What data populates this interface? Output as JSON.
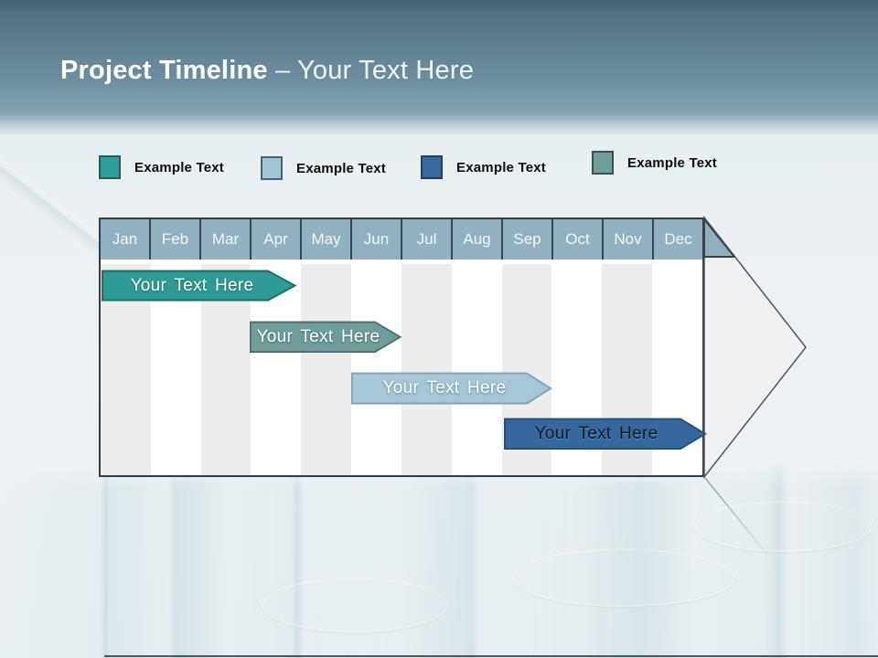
{
  "title": {
    "bold": "Project Timeline",
    "rest": " – Your Text Here"
  },
  "legend": {
    "items": [
      {
        "label": "Example Text",
        "color": "#2F9D95",
        "border": "#235D59"
      },
      {
        "label": "Example Text",
        "color": "#A2C5D5",
        "border": "#42637A"
      },
      {
        "label": "Example Text",
        "color": "#35699F",
        "border": "#1F3F63"
      },
      {
        "label": "Example Text",
        "color": "#6F9D99",
        "border": "#35504E"
      }
    ]
  },
  "timeline": {
    "header_bg": "#92B1C0",
    "header_text_color": "#F3F7F9",
    "arrow_fill": "#F1F1F2",
    "arrow_outline": "#4B565C",
    "months": [
      "Jan",
      "Feb",
      "Mar",
      "Apr",
      "May",
      "Jun",
      "Jul",
      "Aug",
      "Sep",
      "Oct",
      "Nov",
      "Dec"
    ],
    "bars": [
      {
        "label": "Your Text Here",
        "color": "#2E9C94",
        "border": "#1D6F69",
        "text_style": "light",
        "start_month": "Jan",
        "end_month": "Apr"
      },
      {
        "label": "Your Text Here",
        "color": "#6F9D99",
        "border": "#4D7370",
        "text_style": "light",
        "start_month": "Apr",
        "end_month": "Jun"
      },
      {
        "label": "Your Text Here",
        "color": "#A6C7D6",
        "border": "#7FA6BA",
        "text_style": "light",
        "start_month": "Jun",
        "end_month": "Sep"
      },
      {
        "label": "Your Text Here",
        "color": "#36689E",
        "border": "#24507E",
        "text_style": "dark",
        "start_month": "Sep",
        "end_month": "Dec"
      }
    ]
  }
}
